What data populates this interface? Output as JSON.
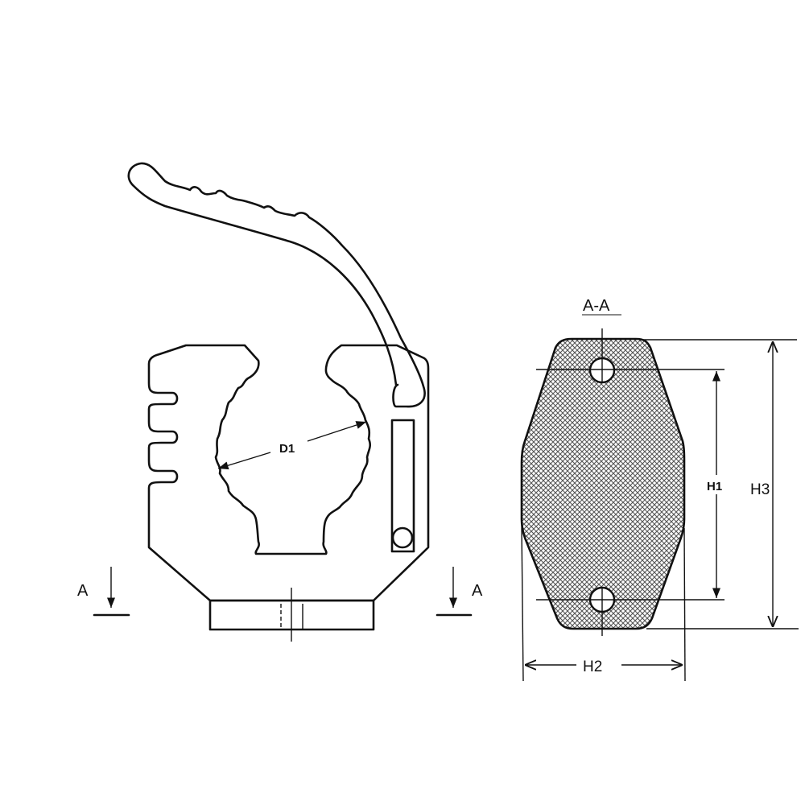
{
  "drawing": {
    "front_view": {
      "diameter_label": "D1",
      "section_marker_left": "A",
      "section_marker_right": "A"
    },
    "section_view": {
      "title": "A-A",
      "dimensions": {
        "h1": "H1",
        "h2": "H2",
        "h3": "H3"
      }
    },
    "colors": {
      "line": "#111111",
      "background": "#ffffff"
    }
  }
}
